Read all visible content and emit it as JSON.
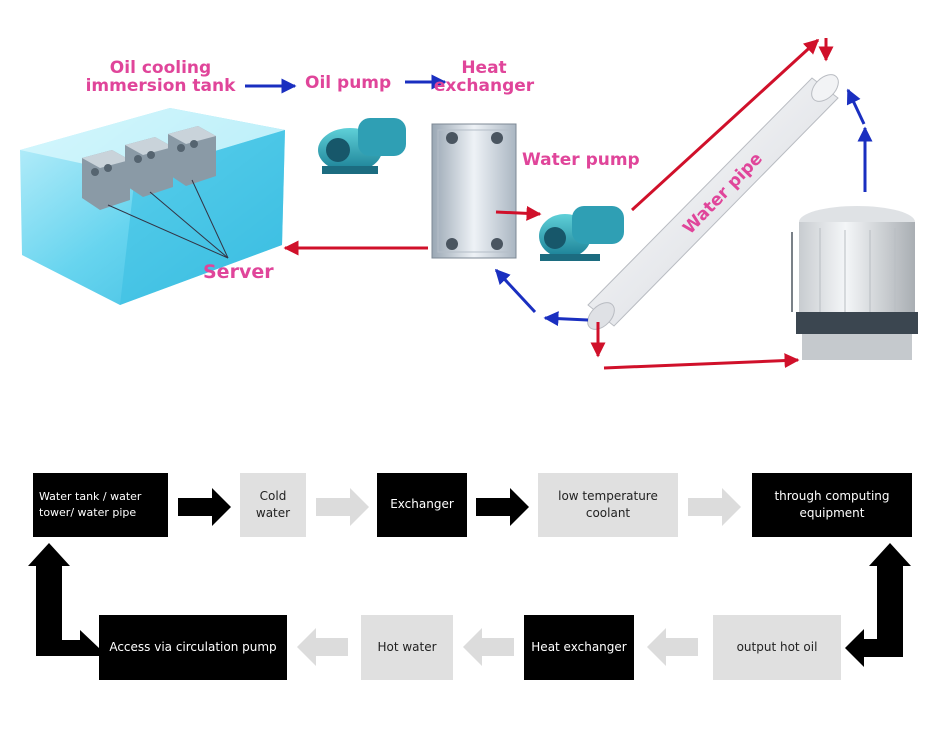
{
  "illustration": {
    "labels": {
      "tank": "Oil cooling immersion tank",
      "oil_pump": "Oil pump",
      "heat_exchanger": "Heat exchanger",
      "water_pump": "Water pump",
      "server": "Server",
      "water_pipe": "Water pipe"
    },
    "colors": {
      "label": "#e0459a",
      "hot_arrow": "#d0102a",
      "cold_arrow": "#1a2fc0"
    }
  },
  "flow": {
    "row1": [
      {
        "label": "Water tank / water tower/ water pipe",
        "style": "dark"
      },
      {
        "label": "Cold water",
        "style": "light"
      },
      {
        "label": "Exchanger",
        "style": "dark"
      },
      {
        "label": "low temperature coolant",
        "style": "light"
      },
      {
        "label": "through computing equipment",
        "style": "dark"
      }
    ],
    "row2": [
      {
        "label": "Access via circulation pump",
        "style": "dark"
      },
      {
        "label": "Hot water",
        "style": "light"
      },
      {
        "label": "Heat exchanger",
        "style": "dark"
      },
      {
        "label": "output hot oil",
        "style": "light"
      }
    ]
  }
}
